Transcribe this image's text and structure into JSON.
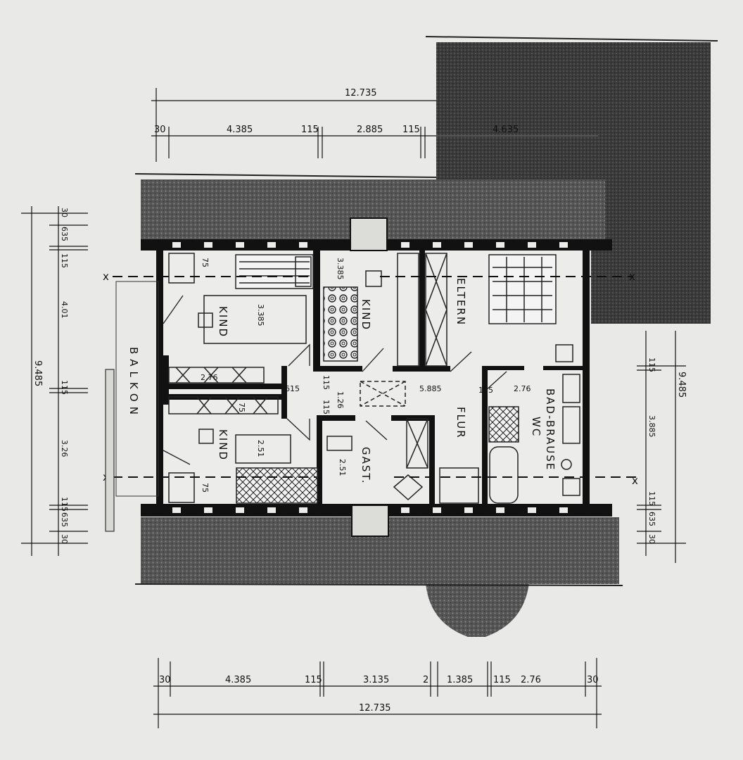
{
  "colors": {
    "paper": "#e9e9e7",
    "roof_hatch": "#4e4e4e",
    "roof_dark": "#2f2f2f",
    "wall": "#111111",
    "furniture": "#222222"
  },
  "rooms": {
    "kind_top_left": "KIND",
    "kind_bottom_left": "KIND",
    "kind_middle": "KIND",
    "eltern": "ELTERN",
    "flur": "FLUR",
    "gast": "GAST.",
    "bad_line1": "BAD-BRAUSE",
    "bad_line2": "WC",
    "balkon": "BALKON"
  },
  "dimensions": {
    "top_total": "12.735",
    "top_segments": [
      "30",
      "4.385",
      "115",
      "2.885",
      "115",
      "4.635"
    ],
    "bottom_segments": [
      "30",
      "4.385",
      "115",
      "3.135",
      "2",
      "1.385",
      "115",
      "2.76",
      "30"
    ],
    "bottom_total": "12.735",
    "left_total": "9.485",
    "left_segments": [
      "30",
      "635",
      "115",
      "4.01",
      "115",
      "3.26",
      "115",
      "635",
      "30"
    ],
    "right_total": "9.485",
    "right_segments": [
      "115",
      "3.885",
      "115",
      "635",
      "30"
    ],
    "interior": {
      "kind1_depth": "3.385",
      "kind2_depth": "3.385",
      "hall_width": "5.885",
      "flur_width": "2.76",
      "closet_width": "2.76",
      "gast_depth": "2.51",
      "kind3_depth": "2.51",
      "w615": "615",
      "w115a": "115",
      "w115b": "115",
      "w115c": "115",
      "w126": "1.26",
      "w75a": "75",
      "w75b": "75",
      "w75c": "75"
    }
  },
  "section_markers": [
    "x",
    "x",
    "x",
    "x"
  ]
}
